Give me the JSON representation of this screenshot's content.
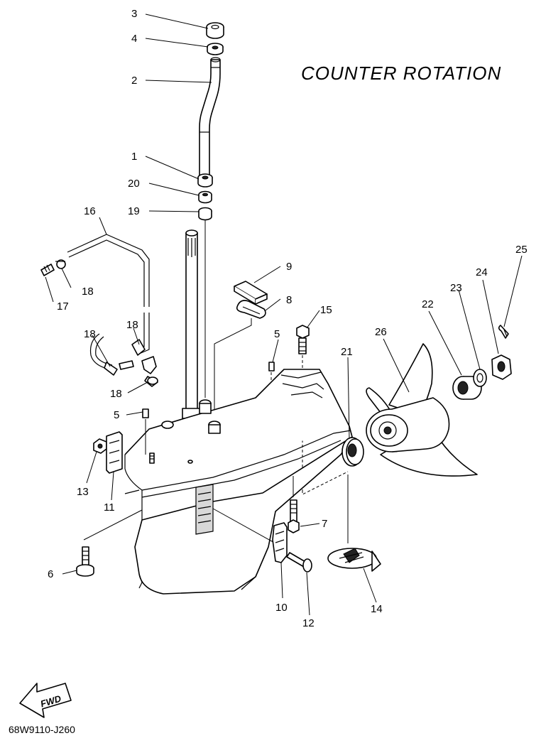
{
  "diagram": {
    "title": "COUNTER ROTATION",
    "code": "68W9110-J260",
    "fwd_label": "FWD"
  },
  "callouts": [
    "3",
    "4",
    "2",
    "1",
    "20",
    "19",
    "16",
    "17",
    "18",
    "9",
    "8",
    "15",
    "5",
    "18",
    "18",
    "21",
    "26",
    "22",
    "23",
    "24",
    "25",
    "18",
    "5",
    "13",
    "11",
    "7",
    "6",
    "10",
    "12",
    "14"
  ]
}
